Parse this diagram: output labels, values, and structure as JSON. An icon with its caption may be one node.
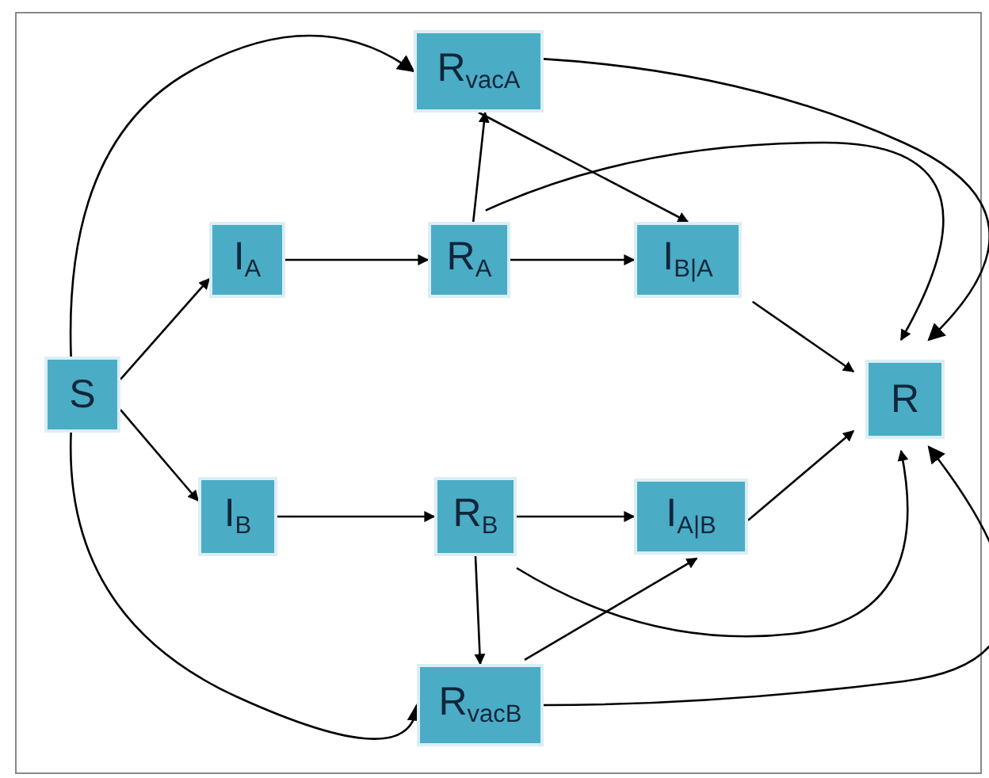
{
  "diagram": {
    "nodes": [
      {
        "text": [
          "S"
        ]
      },
      {
        "text": [
          "I$_{A}$"
        ]
      },
      {
        "text": [
          "R$_{A}$"
        ]
      },
      {
        "text": [
          "I$_{B|A}$"
        ]
      },
      {
        "text": [
          "R$_{vacA}$"
        ]
      },
      {
        "text": [
          "R"
        ]
      },
      {
        "text": [
          "I$_{B}$"
        ]
      },
      {
        "text": [
          "R$_{B}$"
        ]
      },
      {
        "text": [
          "I$_{A|B}$"
        ]
      },
      {
        "text": [
          "R$_{vacB}$"
        ]
      }
    ],
    "edges": [
      {
        "from": 0,
        "to": 4,
        "arrow": "to"
      },
      {
        "from": 0,
        "to": 1,
        "arrow": "to"
      },
      {
        "from": 1,
        "to": 2,
        "arrow": "to"
      },
      {
        "from": 2,
        "to": 3,
        "arrow": "to"
      },
      {
        "from": 2,
        "to": 4,
        "arrow": "to"
      },
      {
        "from": 4,
        "to": 3,
        "arrow": "to"
      },
      {
        "from": 4,
        "to": 5,
        "arrow": "to"
      },
      {
        "from": 2,
        "to": 5,
        "arrow": "to"
      },
      {
        "from": 3,
        "to": 5,
        "arrow": "to"
      },
      {
        "from": 0,
        "to": 6,
        "arrow": "to"
      },
      {
        "from": 6,
        "to": 7,
        "arrow": "to"
      },
      {
        "from": 7,
        "to": 8,
        "arrow": "to"
      },
      {
        "from": 7,
        "to": 9,
        "arrow": "to"
      },
      {
        "from": 9,
        "to": 8,
        "arrow": "to"
      },
      {
        "from": 9,
        "to": 5,
        "arrow": "to"
      },
      {
        "from": 7,
        "to": 5,
        "arrow": "to"
      },
      {
        "from": 8,
        "to": 5,
        "arrow": "to"
      },
      {
        "from": 0,
        "to": 9,
        "arrow": "to"
      }
    ]
  }
}
